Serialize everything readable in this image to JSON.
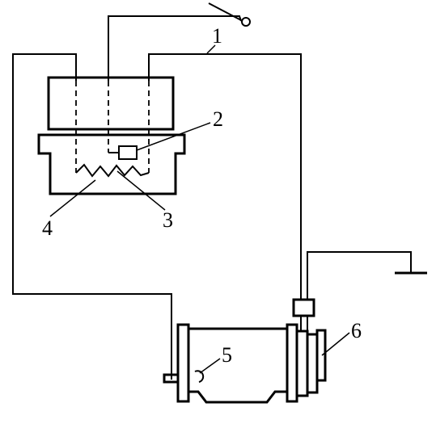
{
  "labels": {
    "switch": "1",
    "sensor": "2",
    "heater_a": "3",
    "heater_b": "4",
    "pump_inner": "5",
    "clutch": "6"
  }
}
